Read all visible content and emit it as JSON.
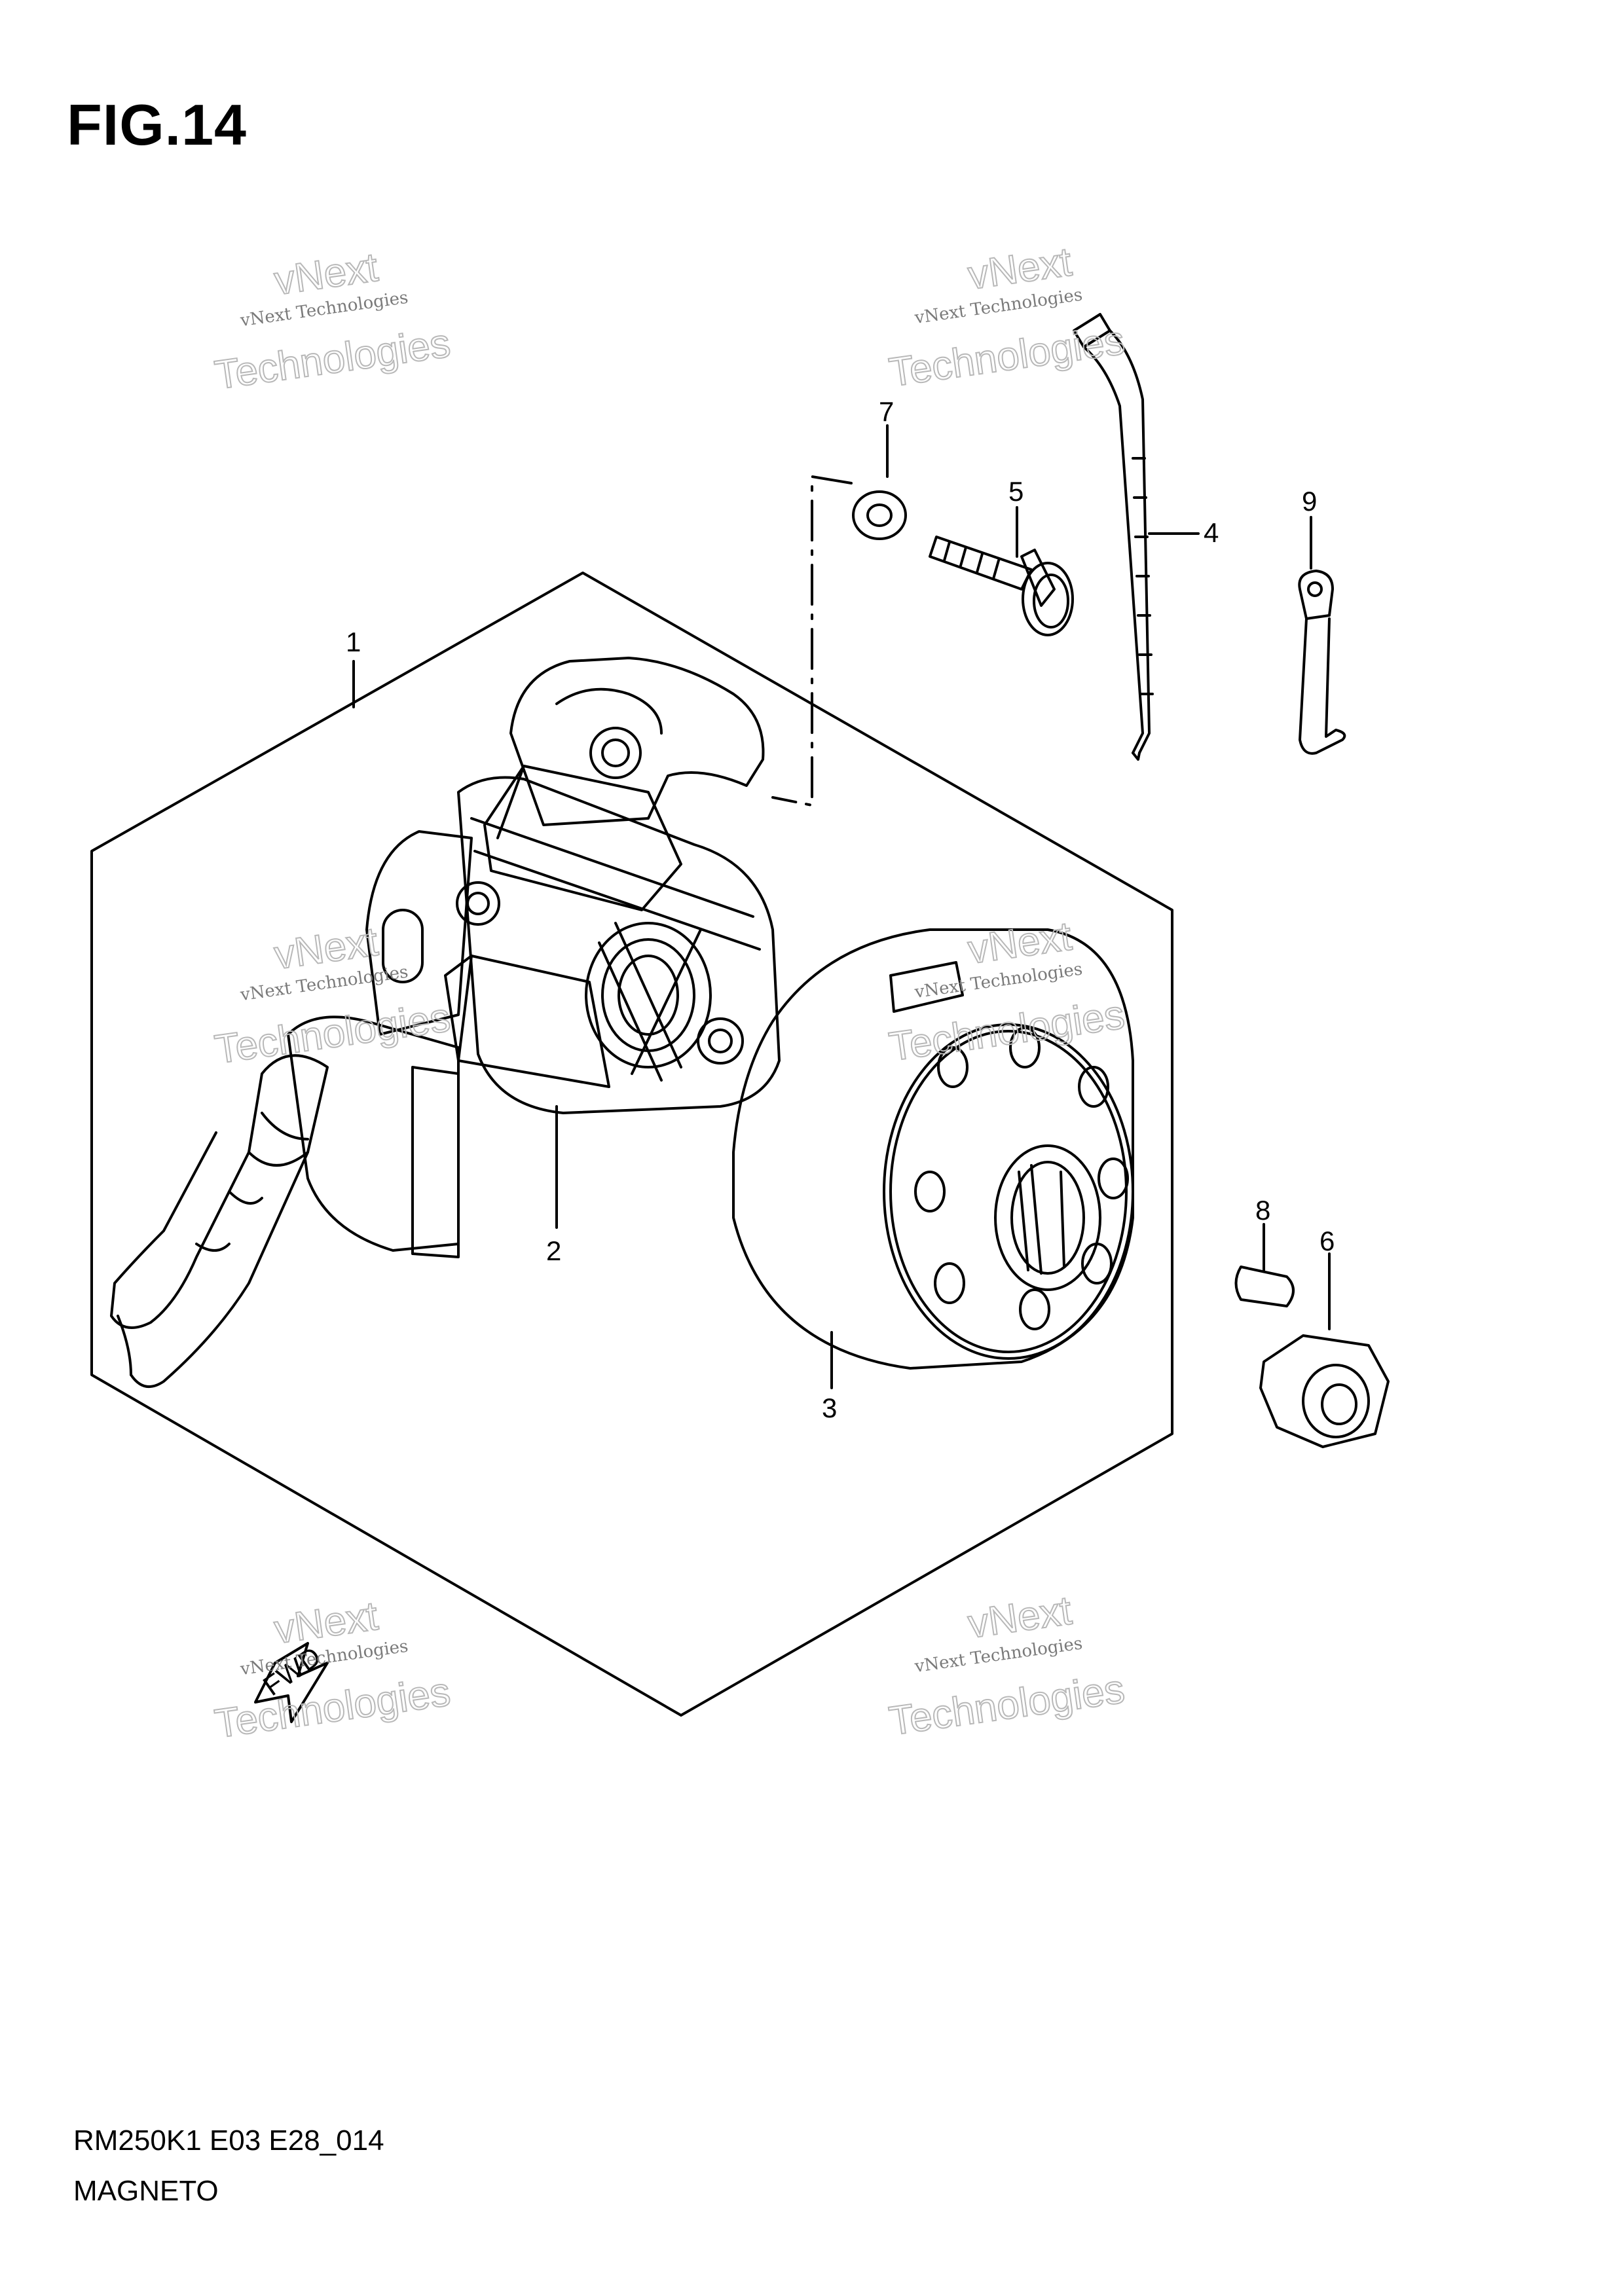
{
  "figure": {
    "title": "FIG.14",
    "model_code": "RM250K1 E03 E28_014",
    "name": "MAGNETO",
    "fwd_label": "FWD"
  },
  "callouts": [
    {
      "id": "c1",
      "label": "1"
    },
    {
      "id": "c2",
      "label": "2"
    },
    {
      "id": "c3",
      "label": "3"
    },
    {
      "id": "c4",
      "label": "4"
    },
    {
      "id": "c5",
      "label": "5"
    },
    {
      "id": "c6",
      "label": "6"
    },
    {
      "id": "c7",
      "label": "7"
    },
    {
      "id": "c8",
      "label": "8"
    },
    {
      "id": "c9",
      "label": "9"
    }
  ],
  "watermark": {
    "small": "vNext Technologies",
    "large": "Technologies",
    "brand": "vNext"
  },
  "colors": {
    "line": "#000000",
    "watermark": "#b8b8b8",
    "background": "#ffffff"
  }
}
